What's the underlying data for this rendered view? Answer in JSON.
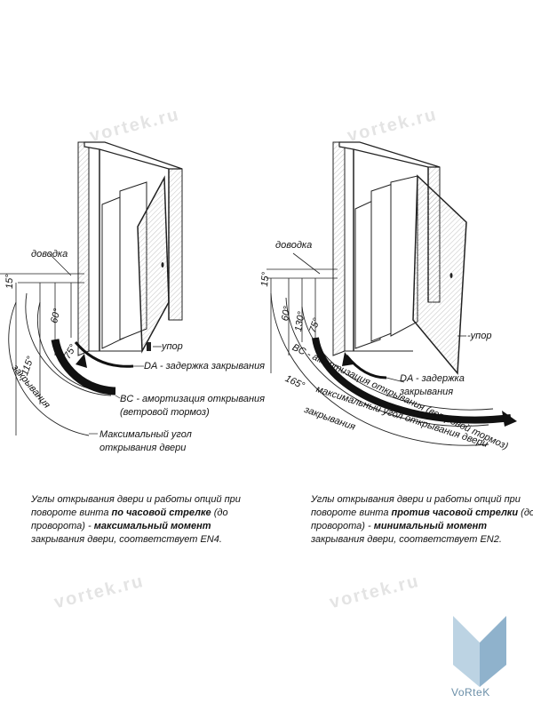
{
  "watermark": "vortek.ru",
  "left": {
    "angles": {
      "a15": "15°",
      "a60": "60°",
      "a75": "75°",
      "a115": "115°"
    },
    "labels": {
      "dovodka": "доводка",
      "upor": "упор",
      "da": "DA - задержка закрывания",
      "bc1": "BC - амортизация открывания",
      "bc2": "(ветровой тормоз)",
      "max1": "Максимальный угол",
      "max2": "открывания двери",
      "zakr": "закрывания"
    },
    "caption": {
      "p1": "Углы открывания двери и работы опций при повороте винта ",
      "b1": "по часовой стрелке",
      "p2": " (до проворота) - ",
      "b2": "максимальный момент",
      "p3": " закрывания двери, соответствует EN4."
    }
  },
  "right": {
    "angles": {
      "a15": "15°",
      "a60": "60°",
      "a130": "130°",
      "a75": "75°",
      "a165": "165°"
    },
    "labels": {
      "dovodka": "доводка",
      "upor": "-упор",
      "da1": "DA - задержка",
      "da2": "закрывания",
      "bc": "BC - амортизация открывания (ветровой тормоз)",
      "max": "максимальный угол открывания двери",
      "zakr": "закрывания"
    },
    "caption": {
      "p1": "Углы открывания двери и работы опций при повороте винта ",
      "b1": "против часовой стрелки",
      "p2": " (до проворота) - ",
      "b2": "минимальный момент",
      "p3": " закрывания двери, соответствует EN2."
    }
  },
  "logo": {
    "text": "VoRteK",
    "color_light": "#bcd3e3",
    "color_dark": "#8fb2cc"
  }
}
